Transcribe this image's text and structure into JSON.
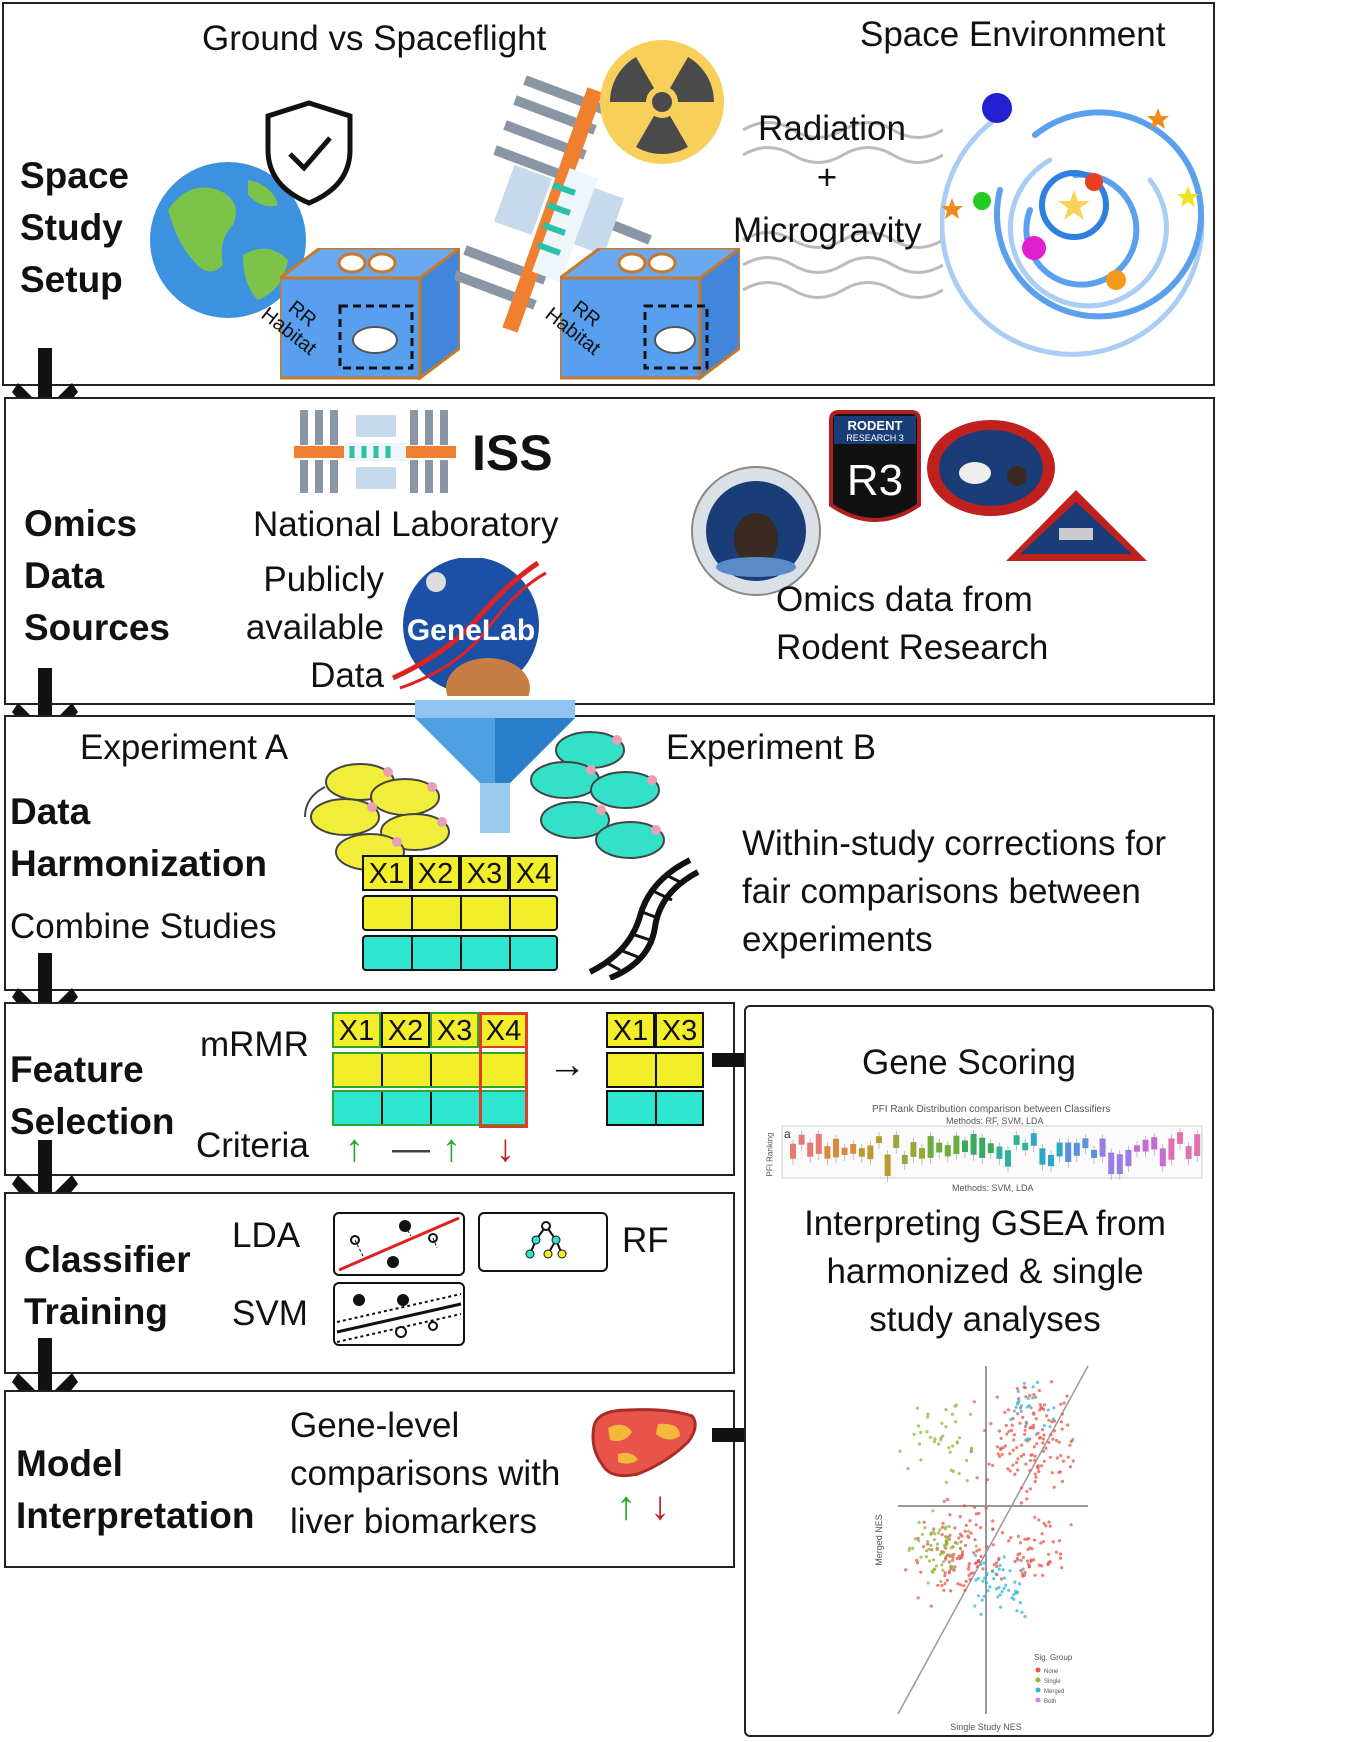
{
  "space_setup": {
    "stage": "Space Study Setup",
    "ground_title": "Ground vs Spaceflight",
    "env_title": "Space Environment",
    "rad_line1": "Radiation",
    "rad_plus": "+",
    "rad_line2": "Microgravity",
    "habitat_line1": "RR",
    "habitat_line2": "Habitat"
  },
  "omics_sources": {
    "stage": "Omics Data Sources",
    "iss": "ISS",
    "national_lab": "National Laboratory",
    "public_data": "Publicly available Data",
    "genelab": "GeneLab",
    "rodent_text": "Omics data from Rodent Research",
    "patch_rr3_top": "RODENT",
    "patch_rr3_sub": "RESEARCH 3",
    "patch_rr3_mark": "R3"
  },
  "harmonization": {
    "stage": "Data Harmonization",
    "combine": "Combine Studies",
    "exp_a": "Experiment A",
    "exp_b": "Experiment B",
    "corrections": "Within-study corrections for fair comparisons between experiments",
    "features": [
      "X1",
      "X2",
      "X3",
      "X4"
    ]
  },
  "feature_selection": {
    "stage": "Feature Selection",
    "mrmr": "mRMR",
    "criteria": "Criteria",
    "selected": [
      "X1",
      "X3"
    ],
    "arrow": "→",
    "criteria_symbols": [
      "↑",
      "—",
      "↑",
      "↓"
    ]
  },
  "classifier": {
    "stage": "Classifier Training",
    "lda": "LDA",
    "rf": "RF",
    "svm": "SVM"
  },
  "interpretation": {
    "stage": "Model Interpretation",
    "text": "Gene-level comparisons with liver biomarkers"
  },
  "results": {
    "gene_scoring": "Gene Scoring",
    "pfi_title": "PFI Rank Distribution comparison between Classifiers",
    "pfi_subtitle": "Methods: RF, SVM, LDA",
    "pfi_ylabel": "PFI Ranking",
    "pfi_footer": "Methods: SVM, LDA",
    "pfi_panel": "a",
    "gsea_text": "Interpreting GSEA from harmonized & single study analyses",
    "scatter_xlabel": "Single Study NES",
    "scatter_ylabel": "Merged NES",
    "legend_title": "Sig. Group",
    "legend_items": [
      "None",
      "Single",
      "Merged",
      "Both"
    ]
  },
  "colors": {
    "yellow": "#f2ee2a",
    "teal": "#2ee6cf",
    "red": "#e03a2a",
    "green": "#2aa82a",
    "down_red": "#c01f1f",
    "panel_border": "#222222"
  }
}
